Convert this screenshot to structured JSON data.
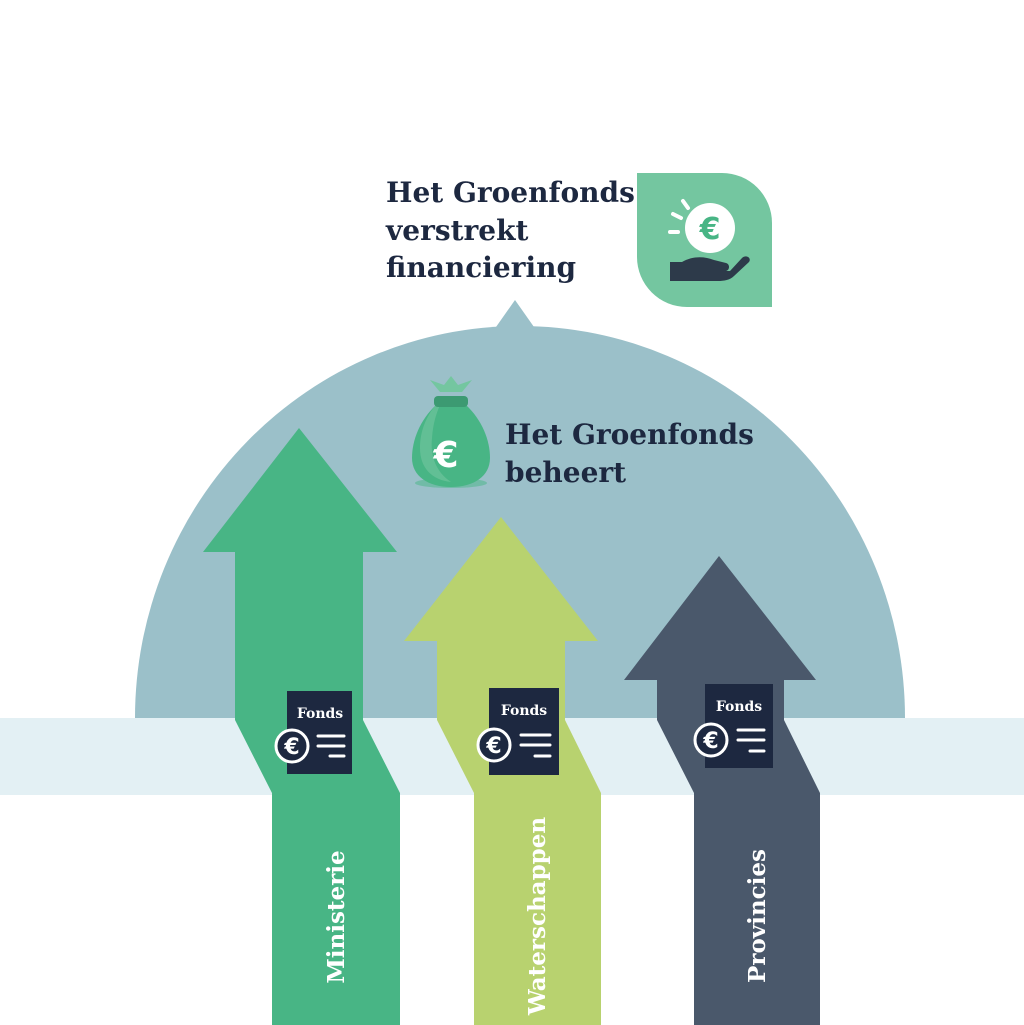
{
  "top_label": {
    "lines": [
      "Het Groenfonds",
      "verstrekt",
      "financiering"
    ],
    "icon": "hand-euro-icon",
    "icon_color": "#74c6a0"
  },
  "dome_label": {
    "lines": [
      "Het Groenfonds",
      "beheert"
    ],
    "icon": "money-bag-icon"
  },
  "colors": {
    "dome": "#9bc0c9",
    "band": "#e3f0f4",
    "text": "#1d2840",
    "fonds_card": "#1d2840"
  },
  "arrows": [
    {
      "label": "Ministerie",
      "color": "#48b585",
      "card_label": "Fonds"
    },
    {
      "label": "Waterschappen",
      "color": "#b8d26f",
      "card_label": "Fonds"
    },
    {
      "label": "Provincies",
      "color": "#4a586b",
      "card_label": "Fonds"
    }
  ],
  "euro_symbol": "€"
}
